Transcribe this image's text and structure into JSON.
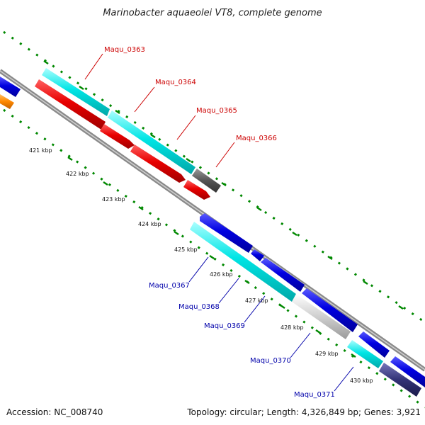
{
  "title": "Marinobacter aquaeolei VT8, complete genome",
  "footer": {
    "accession": "Accession: NC_008740",
    "summary": "Topology: circular; Length: 4,326,849 bp; Genes: 3,921"
  },
  "ticks": [
    "421 kbp",
    "422 kbp",
    "423 kbp",
    "424 kbp",
    "425 kbp",
    "426 kbp",
    "427 kbp",
    "428 kbp",
    "429 kbp",
    "430 kbp"
  ],
  "genes_forward": [
    "Maqu_0363",
    "Maqu_0364",
    "Maqu_0365",
    "Maqu_0366"
  ],
  "genes_reverse": [
    "Maqu_0367",
    "Maqu_0368",
    "Maqu_0369",
    "Maqu_0370",
    "Maqu_0371"
  ],
  "colors": {
    "forward_label": "#cc0000",
    "reverse_label": "#0000aa",
    "cds_cyan": "#00e5e5",
    "cds_red": "#e80000",
    "cds_blue": "#0000e0",
    "cds_gray": "#555555",
    "cds_lightgray": "#c8c8c8",
    "cds_navy": "#333377",
    "cds_orange": "#ff8800",
    "backbone": "#888888",
    "tick_green": "#008800"
  }
}
